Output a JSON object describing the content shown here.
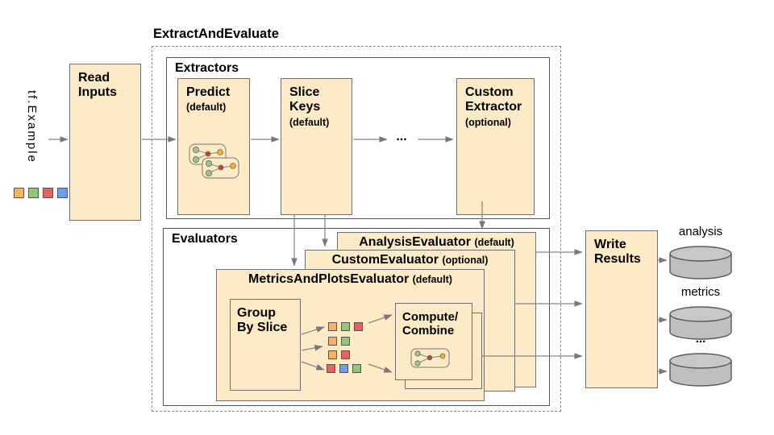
{
  "title": "ExtractAndEvaluate",
  "input": {
    "label": "tf.Example",
    "squares": [
      "orange",
      "green",
      "red",
      "blue"
    ]
  },
  "read_inputs": {
    "line1": "Read",
    "line2": "Inputs"
  },
  "extractors": {
    "label": "Extractors",
    "predict": {
      "line1": "Predict",
      "qualifier": "(default)"
    },
    "slice_keys": {
      "line1": "Slice",
      "line2": "Keys",
      "qualifier": "(default)"
    },
    "ellipsis": "...",
    "custom_extractor": {
      "line1": "Custom",
      "line2": "Extractor",
      "qualifier": "(optional)"
    }
  },
  "evaluators": {
    "label": "Evaluators",
    "analysis_evaluator": {
      "name": "AnalysisEvaluator",
      "qualifier": "(default)"
    },
    "custom_evaluator": {
      "name": "CustomEvaluator",
      "qualifier": "(optional)"
    },
    "metrics_evaluator": {
      "name": "MetricsAndPlotsEvaluator",
      "qualifier": "(default)"
    },
    "group_by_slice": {
      "line1": "Group",
      "line2": "By Slice"
    },
    "compute_combine": {
      "line1": "Compute/",
      "line2": "Combine"
    },
    "slice_rows": [
      [
        "orange",
        "green",
        "red"
      ],
      [
        "orange",
        "green"
      ],
      [
        "orange",
        "red"
      ],
      [
        "red",
        "blue",
        "green"
      ]
    ]
  },
  "write_results": {
    "line1": "Write",
    "line2": "Results"
  },
  "outputs": {
    "labels": [
      "analysis",
      "metrics",
      "..."
    ]
  },
  "icons": {
    "predict": "model-graph-icon",
    "compute_combine": "model-graph-icon",
    "outputs": "database-cylinder-icon"
  },
  "colors": {
    "box_fill": "#FCEBC6",
    "box_border": "#6f6f6f",
    "container_border": "#555555",
    "arrow": "#878787",
    "cylinder_fill": "#BFBFBF",
    "cylinder_stroke": "#595959",
    "palette": {
      "orange": "#F6B26B",
      "green": "#93C47D",
      "red": "#E06666",
      "blue": "#6D9EEB"
    }
  }
}
